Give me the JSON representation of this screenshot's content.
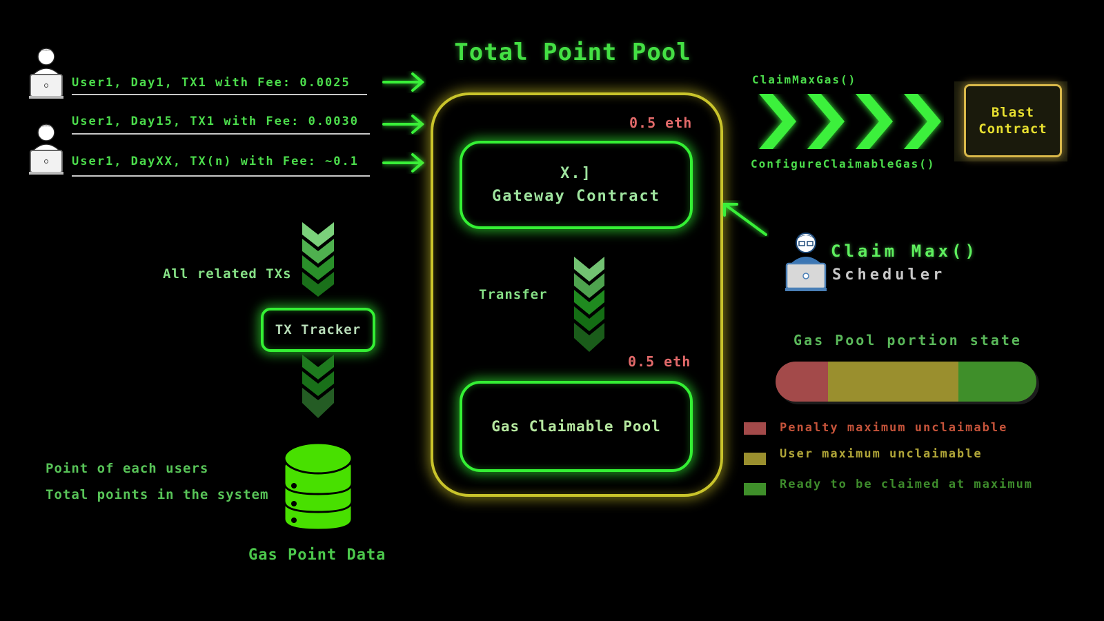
{
  "title": "Total Point Pool",
  "users": [
    {
      "label": "User1, Day1, TX1 with Fee: 0.0025"
    },
    {
      "label": "User1, Day15, TX1 with Fee: 0.0030"
    },
    {
      "label": "User1, DayXX, TX(n) with Fee: ~0.1"
    }
  ],
  "pool": {
    "gateway_top_eth": "0.5 eth",
    "gateway_label_line1": "X.]",
    "gateway_label_line2": "Gateway Contract",
    "transfer_label": "Transfer",
    "claimable_eth": "0.5 eth",
    "claimable_label": "Gas Claimable Pool"
  },
  "tracker": {
    "related_label": "All related TXs",
    "box_label": "TX Tracker"
  },
  "data_store": {
    "line1": "Point of each users",
    "line2": "Total points in the system",
    "caption": "Gas Point Data"
  },
  "blast": {
    "top_func": "ClaimMaxGas()",
    "bottom_func": "ConfigureClaimableGas()",
    "label_line1": "Blast",
    "label_line2": "Contract"
  },
  "scheduler": {
    "title": "Claim Max()",
    "subtitle": "Scheduler"
  },
  "gas_state": {
    "title": "Gas Pool portion state",
    "segments": [
      {
        "name": "penalty",
        "fraction": 0.2,
        "color": "#a34a4a"
      },
      {
        "name": "user",
        "fraction": 0.5,
        "color": "#9a8f2e"
      },
      {
        "name": "ready",
        "fraction": 0.3,
        "color": "#3f8f2a"
      }
    ],
    "legend": [
      {
        "label": "Penalty maximum unclaimable",
        "color": "#a34a4a",
        "text_color": "#c4533a"
      },
      {
        "label": "User maximum unclaimable",
        "color": "#9a8f2e",
        "text_color": "#b0a538"
      },
      {
        "label": "Ready to be claimed at maximum",
        "color": "#3f8f2a",
        "text_color": "#3e8c2c"
      }
    ]
  },
  "icons": {
    "user": "user-laptop-icon",
    "arrow": "arrow-right-icon",
    "chevrons": "chevron-down-icon",
    "database": "database-icon"
  }
}
